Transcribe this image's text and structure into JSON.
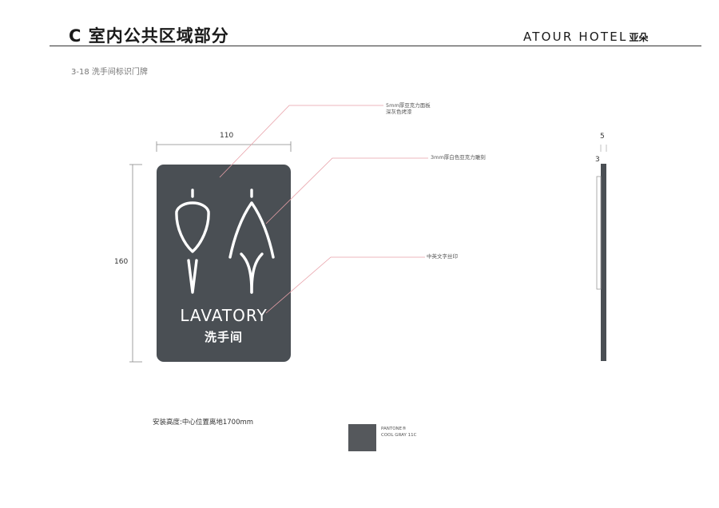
{
  "header": {
    "title": "C 室内公共区域部分",
    "brand_en": "ATOUR HOTEL",
    "brand_cn": "亚朵"
  },
  "section_label": "3-18  洗手间标识门牌",
  "annotations": {
    "panel_line1": "5mm厚亚克力面板",
    "panel_line2": "深灰色烤漆",
    "engraving": "3mm厚白色亚克力雕刻",
    "print": "中英文字丝印"
  },
  "dimensions": {
    "width": "110",
    "height": "160",
    "depth_a": "5",
    "depth_b": "3"
  },
  "sign": {
    "text_en": "LAVATORY",
    "text_cn": "洗手间",
    "icons": [
      "man-figure-icon",
      "woman-figure-icon"
    ]
  },
  "install_note": "安装高度:中心位置离地1700mm",
  "swatch": {
    "line1": "PANTONE®",
    "line2": "COOL GRAY 11C",
    "color": "#55585c"
  },
  "colors": {
    "panel": "#4a4f54",
    "leader": "#e8a0a8"
  }
}
